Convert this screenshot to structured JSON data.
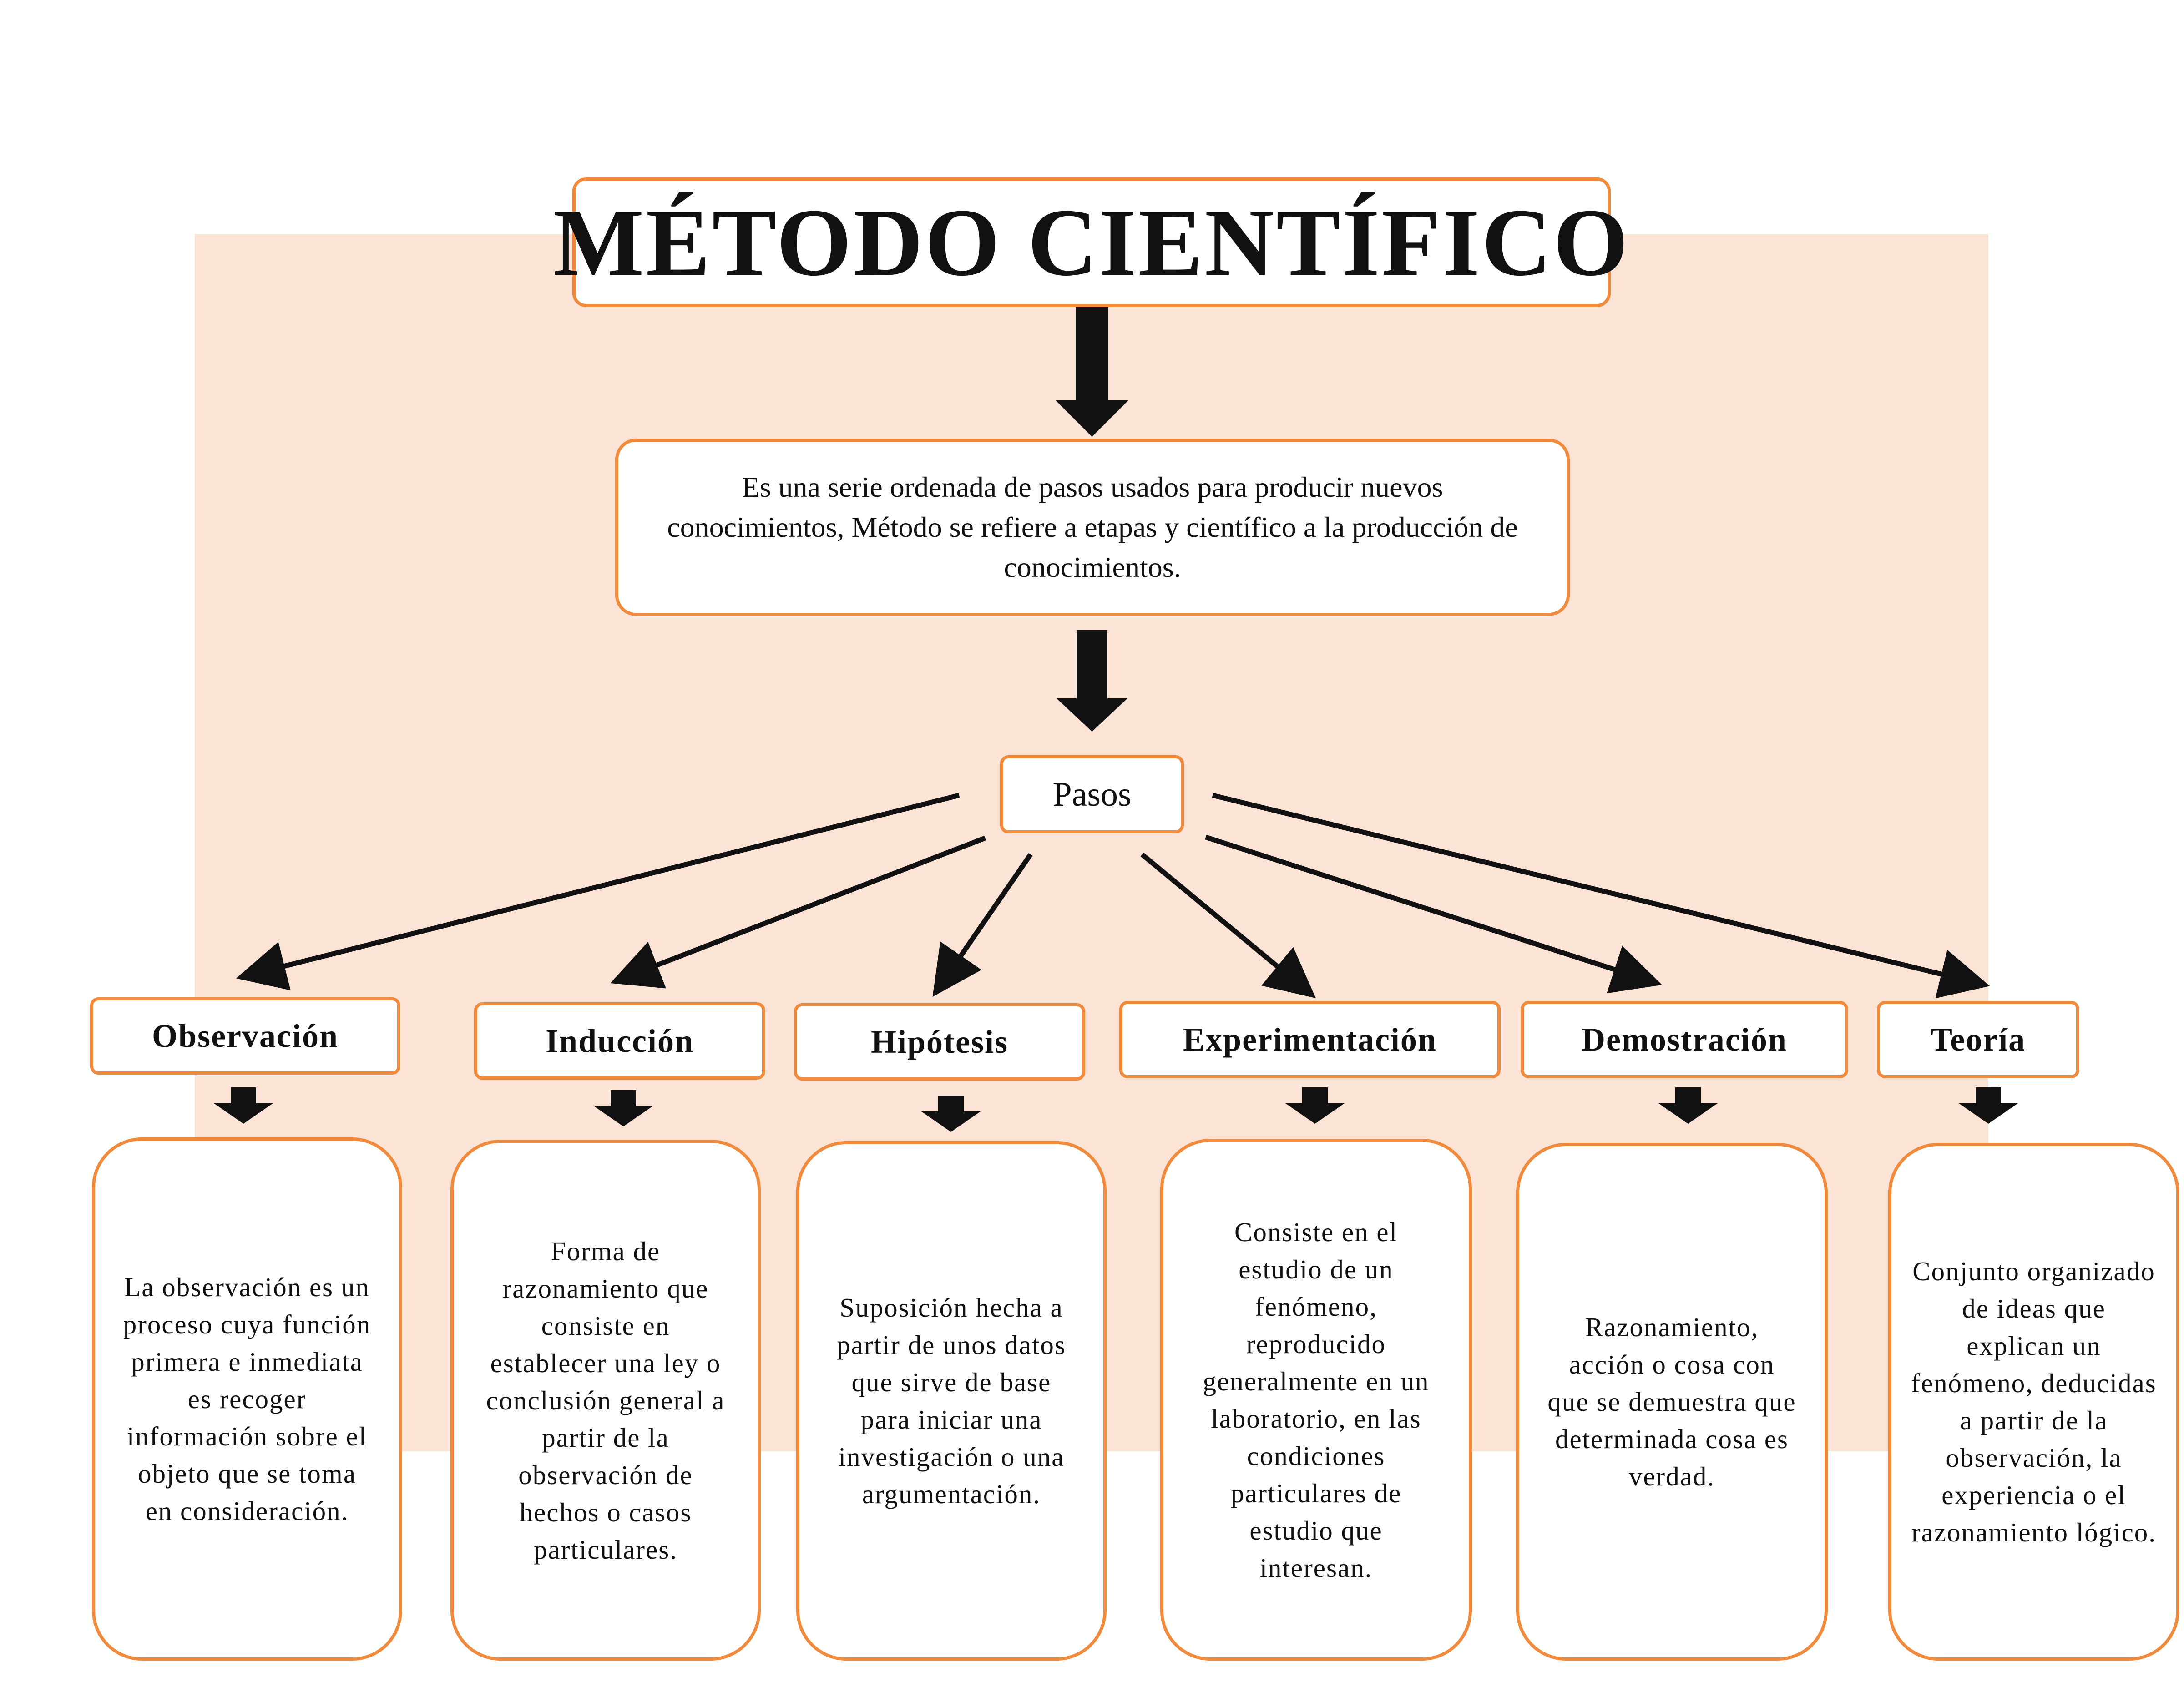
{
  "colors": {
    "border": "#f08a3c",
    "background_panel": "#fbe4d6",
    "arrow": "#111111"
  },
  "title": "MÉTODO CIENTÍFICO",
  "definition": "Es una serie ordenada de pasos usados para producir nuevos conocimientos, Método se refiere a etapas y científico a la producción de conocimientos.",
  "pasos_label": "Pasos",
  "steps": [
    {
      "label": "Observación",
      "description": "La observación es un proceso cuya función primera e inmediata es recoger información sobre el objeto que se toma en consideración."
    },
    {
      "label": "Inducción",
      "description": "Forma de razonamiento que consiste en establecer una ley o conclusión general a partir de la observación de hechos o casos particulares."
    },
    {
      "label": "Hipótesis",
      "description": "Suposición hecha a partir de unos datos que sirve de base para iniciar una investigación o una argumentación."
    },
    {
      "label": "Experimentación",
      "description": "Consiste en el estudio de un fenómeno, reproducido generalmente en un laboratorio, en las condiciones particulares de estudio que interesan."
    },
    {
      "label": "Demostración",
      "description": "Razonamiento, acción o cosa con que se demuestra que determinada cosa es verdad."
    },
    {
      "label": "Teoría",
      "description": "Conjunto organizado de ideas que explican un fenómeno, deducidas a partir de la observación, la experiencia o el razonamiento lógico."
    }
  ]
}
